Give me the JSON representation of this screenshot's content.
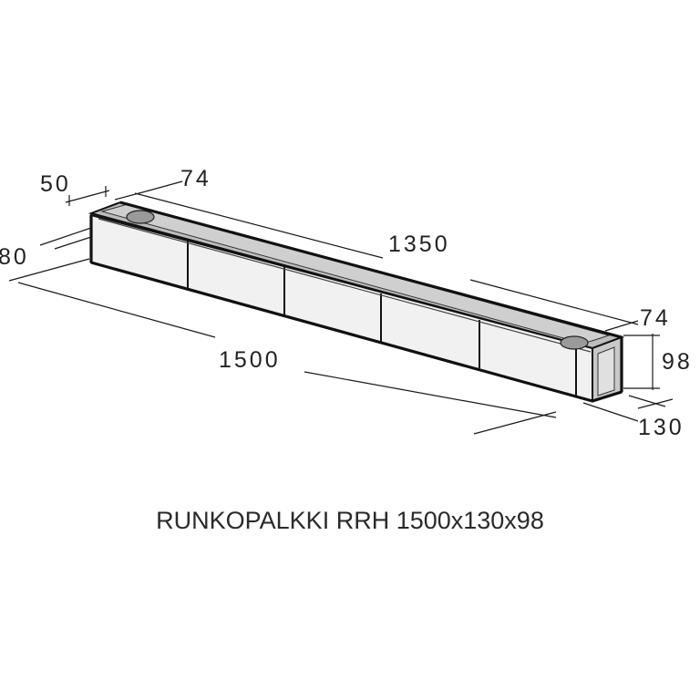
{
  "diagram": {
    "caption": "RUNKOPALKKI RRH 1500x130x98",
    "dimensions": {
      "top_end_width": "50",
      "end_offset": "74",
      "inner_length": "1350",
      "end_height": "80",
      "total_length": "1500",
      "right_end_offset": "74",
      "height": "98",
      "width": "130"
    },
    "colors": {
      "block_face": "#efefef",
      "top_strip": "#b8b8b8",
      "outline": "#111111"
    }
  }
}
